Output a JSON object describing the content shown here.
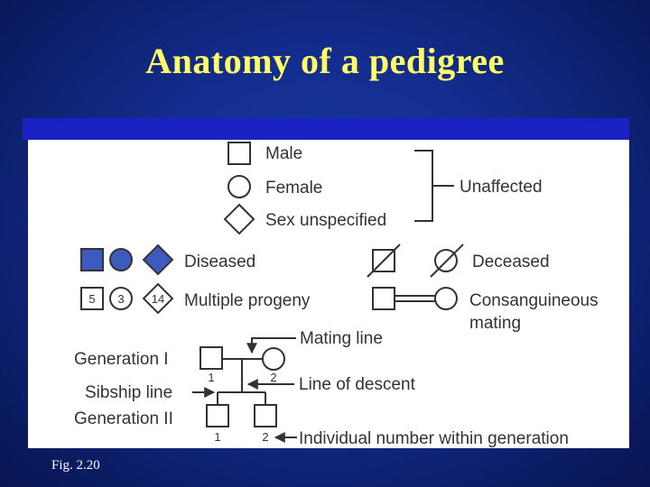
{
  "slide": {
    "title": "Anatomy of a pedigree",
    "caption": "Fig. 2.20"
  },
  "legend": {
    "male": "Male",
    "female": "Female",
    "sex_unspecified": "Sex unspecified",
    "unaffected": "Unaffected",
    "diseased": "Diseased",
    "deceased": "Deceased",
    "multiple_progeny": "Multiple progeny",
    "progeny_counts": [
      "5",
      "3",
      "14"
    ],
    "consanguineous_1": "Consanguineous",
    "consanguineous_2": "mating",
    "mating_line": "Mating line",
    "generation_1": "Generation I",
    "line_of_descent": "Line of descent",
    "sibship_line": "Sibship line",
    "generation_2": "Generation II",
    "individual_number": "Individual number within generation",
    "gen1_numbers": [
      "1",
      "2"
    ],
    "gen2_numbers": [
      "1",
      "2"
    ]
  },
  "colors": {
    "filled": "#3d5bbf",
    "stroke": "#333333",
    "title": "#ffff66"
  }
}
